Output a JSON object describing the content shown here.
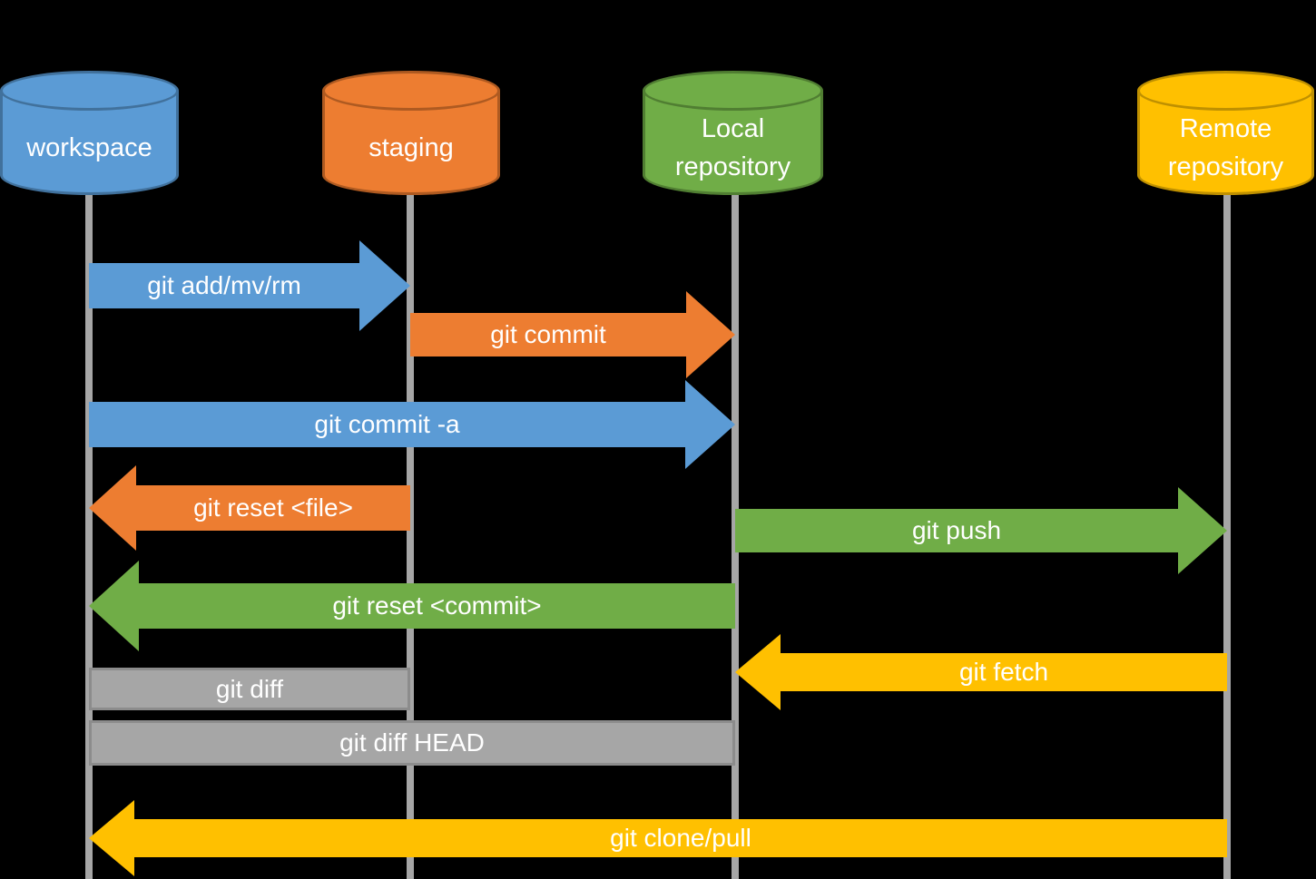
{
  "diagram": {
    "background_color": "#000000",
    "lifeline_color": "#A6A6A6",
    "nodes": [
      {
        "id": "workspace",
        "label": "workspace",
        "color": "#5B9BD5",
        "border_color": "#41719C",
        "shape": "cylinder"
      },
      {
        "id": "staging",
        "label": "staging",
        "color": "#ED7D31",
        "border_color": "#AE5A21",
        "shape": "cylinder"
      },
      {
        "id": "local-repository",
        "label": "Local repository",
        "line1": "Local",
        "line2": "repository",
        "color": "#70AD47",
        "border_color": "#507E32",
        "shape": "cylinder"
      },
      {
        "id": "remote-repository",
        "label": "Remote repository",
        "line1": "Remote",
        "line2": "repository",
        "color": "#FFC000",
        "border_color": "#BF9000",
        "shape": "cylinder"
      }
    ],
    "edges": [
      {
        "label": "git add/mv/rm",
        "from": "workspace",
        "to": "staging",
        "direction": "right",
        "color": "#5B9BD5",
        "shape": "arrow"
      },
      {
        "label": "git commit",
        "from": "staging",
        "to": "local-repository",
        "direction": "right",
        "color": "#ED7D31",
        "shape": "arrow"
      },
      {
        "label": "git commit -a",
        "from": "workspace",
        "to": "local-repository",
        "direction": "right",
        "color": "#5B9BD5",
        "shape": "arrow"
      },
      {
        "label": "git reset <file>",
        "from": "staging",
        "to": "workspace",
        "direction": "left",
        "color": "#ED7D31",
        "shape": "arrow"
      },
      {
        "label": "git push",
        "from": "local-repository",
        "to": "remote-repository",
        "direction": "right",
        "color": "#70AD47",
        "shape": "arrow"
      },
      {
        "label": "git reset <commit>",
        "from": "local-repository",
        "to": "workspace",
        "direction": "left",
        "color": "#70AD47",
        "shape": "arrow"
      },
      {
        "label": "git fetch",
        "from": "remote-repository",
        "to": "local-repository",
        "direction": "left",
        "color": "#FFC000",
        "shape": "arrow"
      },
      {
        "label": "git diff",
        "from": "workspace",
        "to": "staging",
        "direction": "none",
        "color": "#A6A6A6",
        "shape": "bar"
      },
      {
        "label": "git diff HEAD",
        "from": "workspace",
        "to": "local-repository",
        "direction": "none",
        "color": "#A6A6A6",
        "shape": "bar"
      },
      {
        "label": "git clone/pull",
        "from": "remote-repository",
        "to": "workspace",
        "direction": "left",
        "color": "#FFC000",
        "shape": "arrow"
      }
    ]
  }
}
